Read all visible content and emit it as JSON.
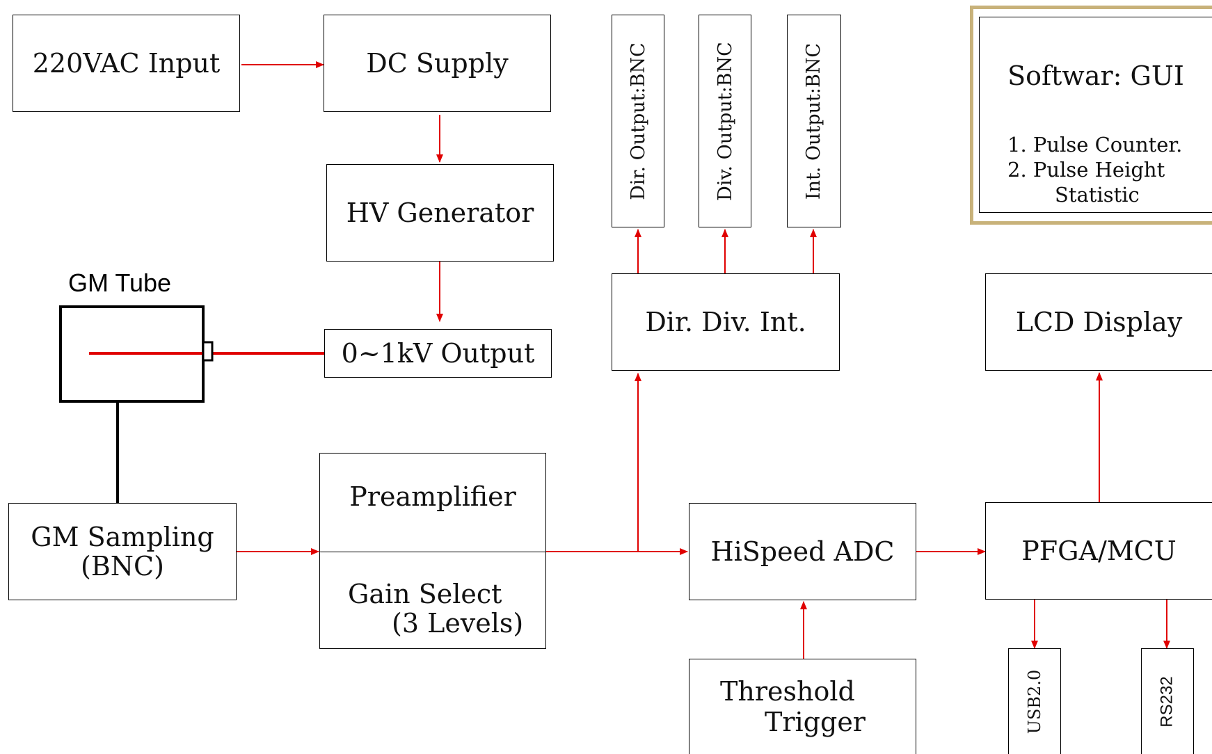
{
  "blocks": {
    "ac_input": "220VAC Input",
    "dc_supply": "DC Supply",
    "hv_generator": "HV Generator",
    "hv_output": "0~1kV Output",
    "gm_tube": "GM Tube",
    "gm_sampling_line1": "GM Sampling",
    "gm_sampling_line2": "(BNC)",
    "preamplifier": "Preamplifier",
    "gain_select_line1": "Gain Select",
    "gain_select_line2": "(3 Levels)",
    "dir_div_int": "Dir. Div.  Int.",
    "dir_output": "Dir. Output:BNC",
    "div_output": "Div. Output:BNC",
    "int_output": "Int.  Output:BNC",
    "hispeed_adc": "HiSpeed ADC",
    "threshold_line1": "Threshold",
    "threshold_line2": "Trigger",
    "fpga_mcu": "PFGA/MCU",
    "lcd_display": "LCD  Display",
    "usb": "USB2.0",
    "rs232": "RS232"
  },
  "software": {
    "title": "Softwar: GUI",
    "item1": "1. Pulse Counter.",
    "item2_line1": "2. Pulse Height",
    "item2_line2": "Statistic"
  },
  "colors": {
    "arrow": "#e00000",
    "hv_line": "#e00000",
    "frame": "#c8b27a"
  }
}
